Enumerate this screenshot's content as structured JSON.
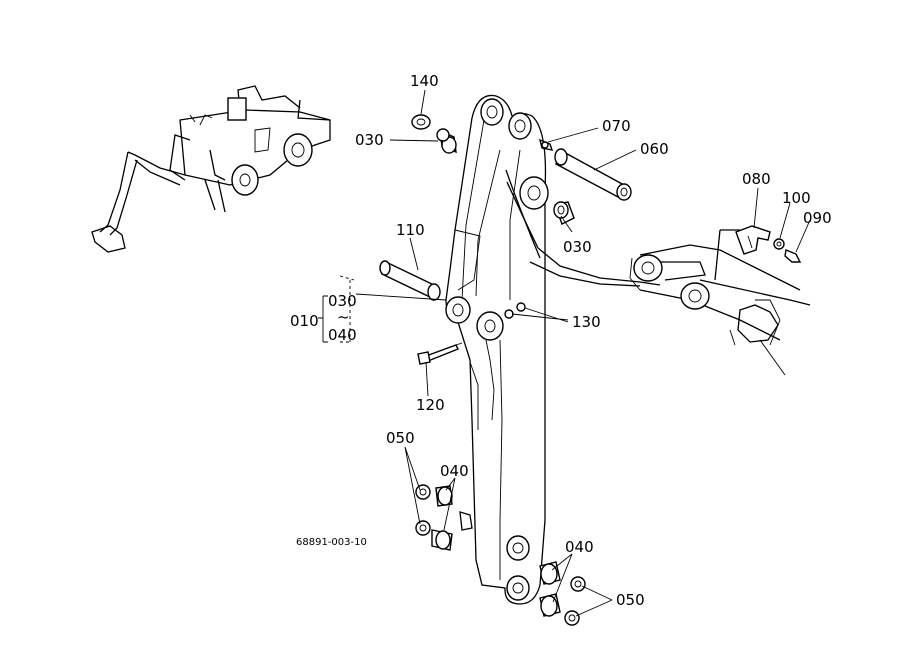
{
  "labels": {
    "p010": "010",
    "p030a": "030",
    "p030b": "030",
    "p030c": "030",
    "p040a": "040",
    "p040b": "040",
    "p040c": "040",
    "p050a": "050",
    "p050b": "050",
    "p060": "060",
    "p070": "070",
    "p080": "080",
    "p090": "090",
    "p100": "100",
    "p110": "110",
    "p120": "120",
    "p130": "130",
    "p140": "140",
    "tilde": "~"
  },
  "reference": "68891-003-10"
}
